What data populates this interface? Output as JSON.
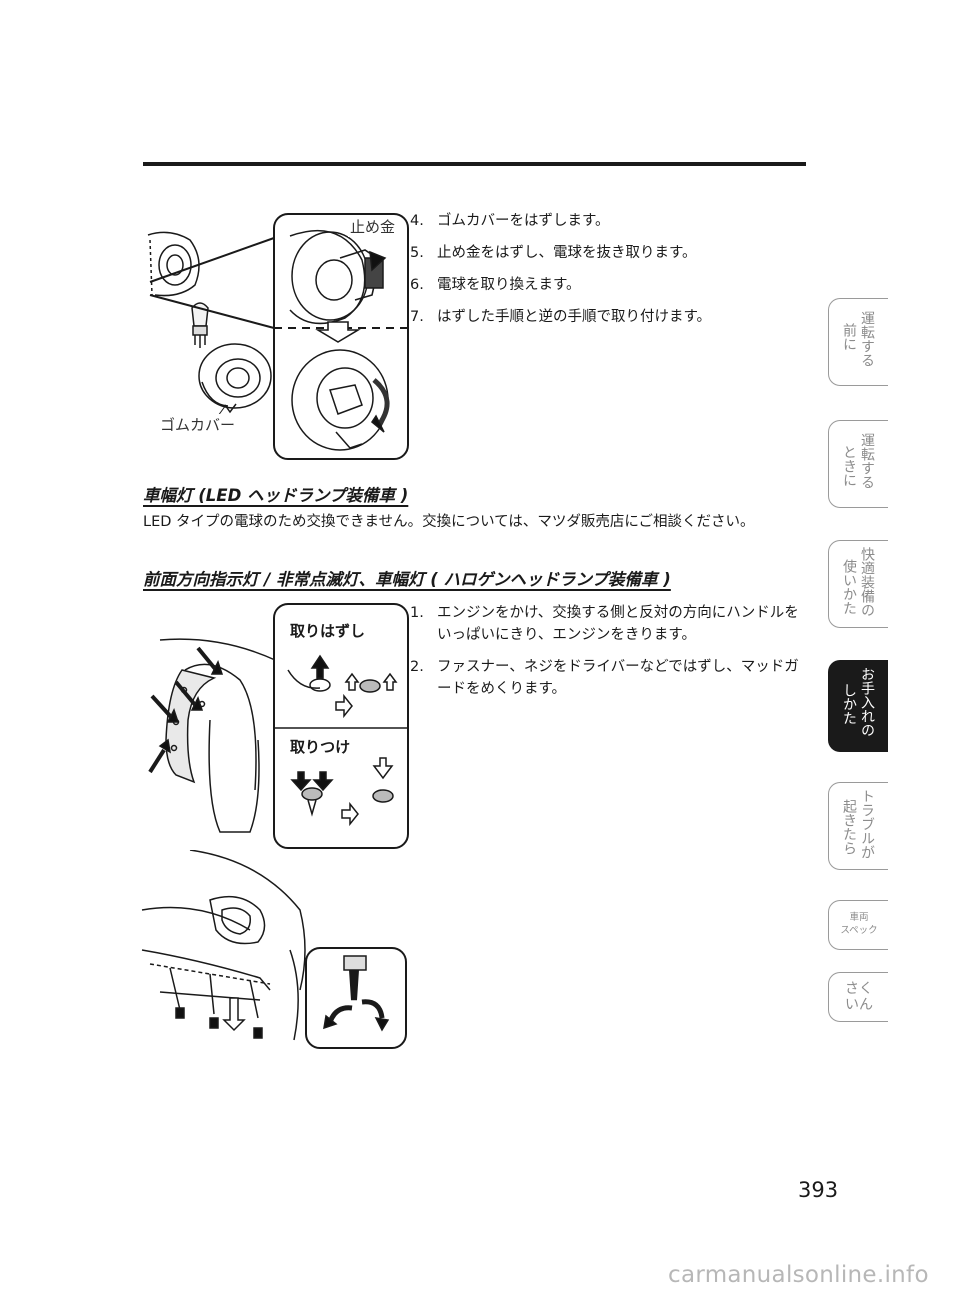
{
  "figure_top": {
    "callout_label": "止め金",
    "part_label": "ゴムカバー"
  },
  "steps_top": [
    {
      "num": "4.",
      "text": "ゴムカバーをはずします。"
    },
    {
      "num": "5.",
      "text": "止め金をはずし、電球を抜き取ります。"
    },
    {
      "num": "6.",
      "text": "電球を取り換えます。"
    },
    {
      "num": "7.",
      "text": "はずした手順と逆の手順で取り付けます。"
    }
  ],
  "section1": {
    "title": "車幅灯 (LED ヘッドランプ装備車 )",
    "body": "LED タイプの電球のため交換できません。交換については、マツダ販売店にご相談ください。"
  },
  "section2": {
    "title": "前面方向指示灯 / 非常点滅灯、車幅灯 ( ハロゲンヘッドランプ装備車 )"
  },
  "figure_fender": {
    "remove_label": "取りはずし",
    "install_label": "取りつけ"
  },
  "steps_bottom": [
    {
      "num": "1.",
      "text": "エンジンをかけ、交換する側と反対の方向にハンドルをいっぱいにきり、エンジンをきります。"
    },
    {
      "num": "2.",
      "text": "ファスナー、ネジをドライバーなどではずし、マッドガードをめくります。"
    }
  ],
  "side_tabs": [
    {
      "id": "unten-mae",
      "col1": "運転する",
      "col2": "前に",
      "active": false
    },
    {
      "id": "unten-toki",
      "col1": "運転する",
      "col2": "ときに",
      "active": false
    },
    {
      "id": "kaiteki",
      "col1": "快適装備の",
      "col2": "使いかた",
      "active": false
    },
    {
      "id": "oteire",
      "col1": "お手入れの",
      "col2": "しかた",
      "active": true
    },
    {
      "id": "trouble",
      "col1": "トラブルが",
      "col2": "起きたら",
      "active": false
    },
    {
      "id": "spec",
      "line1": "車両",
      "line2": "スペック",
      "active": false
    },
    {
      "id": "sakuin",
      "line1": "さく",
      "line2": "いん",
      "active": false
    }
  ],
  "page_number": "393",
  "watermark": "carmanualsonline.info"
}
